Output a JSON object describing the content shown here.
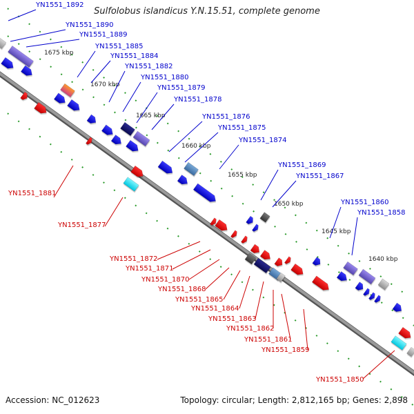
{
  "title": "Sulfolobus islandicus Y.N.15.51, complete genome",
  "footer": {
    "accession": "Accession: NC_012623",
    "summary": "Topology: circular; Length: 2,812,165 bp; Genes: 2,898"
  },
  "colors": {
    "forward_label": "#0000cc",
    "reverse_label": "#cc0000",
    "backbone": "#8a8a8a",
    "tick": "#2a9a2a"
  },
  "ruler": [
    "1675 kbp",
    "1670 kbp",
    "1665 kbp",
    "1660 kbp",
    "1655 kbp",
    "1650 kbp",
    "1645 kbp",
    "1640 kbp"
  ],
  "forward_labels": [
    "YN1551_1892",
    "YN1551_1890",
    "YN1551_1889",
    "YN1551_1885",
    "YN1551_1884",
    "YN1551_1882",
    "YN1551_1880",
    "YN1551_1879",
    "YN1551_1878",
    "YN1551_1876",
    "YN1551_1875",
    "YN1551_1874",
    "YN1551_1869",
    "YN1551_1867",
    "YN1551_1860",
    "YN1551_1858"
  ],
  "reverse_labels": [
    "YN1551_1881",
    "YN1551_1877",
    "YN1551_1872",
    "YN1551_1871",
    "YN1551_1870",
    "YN1551_1868",
    "YN1551_1865",
    "YN1551_1864",
    "YN1551_1863",
    "YN1551_1862",
    "YN1551_1861",
    "YN1551_1859",
    "YN1551_1850"
  ]
}
